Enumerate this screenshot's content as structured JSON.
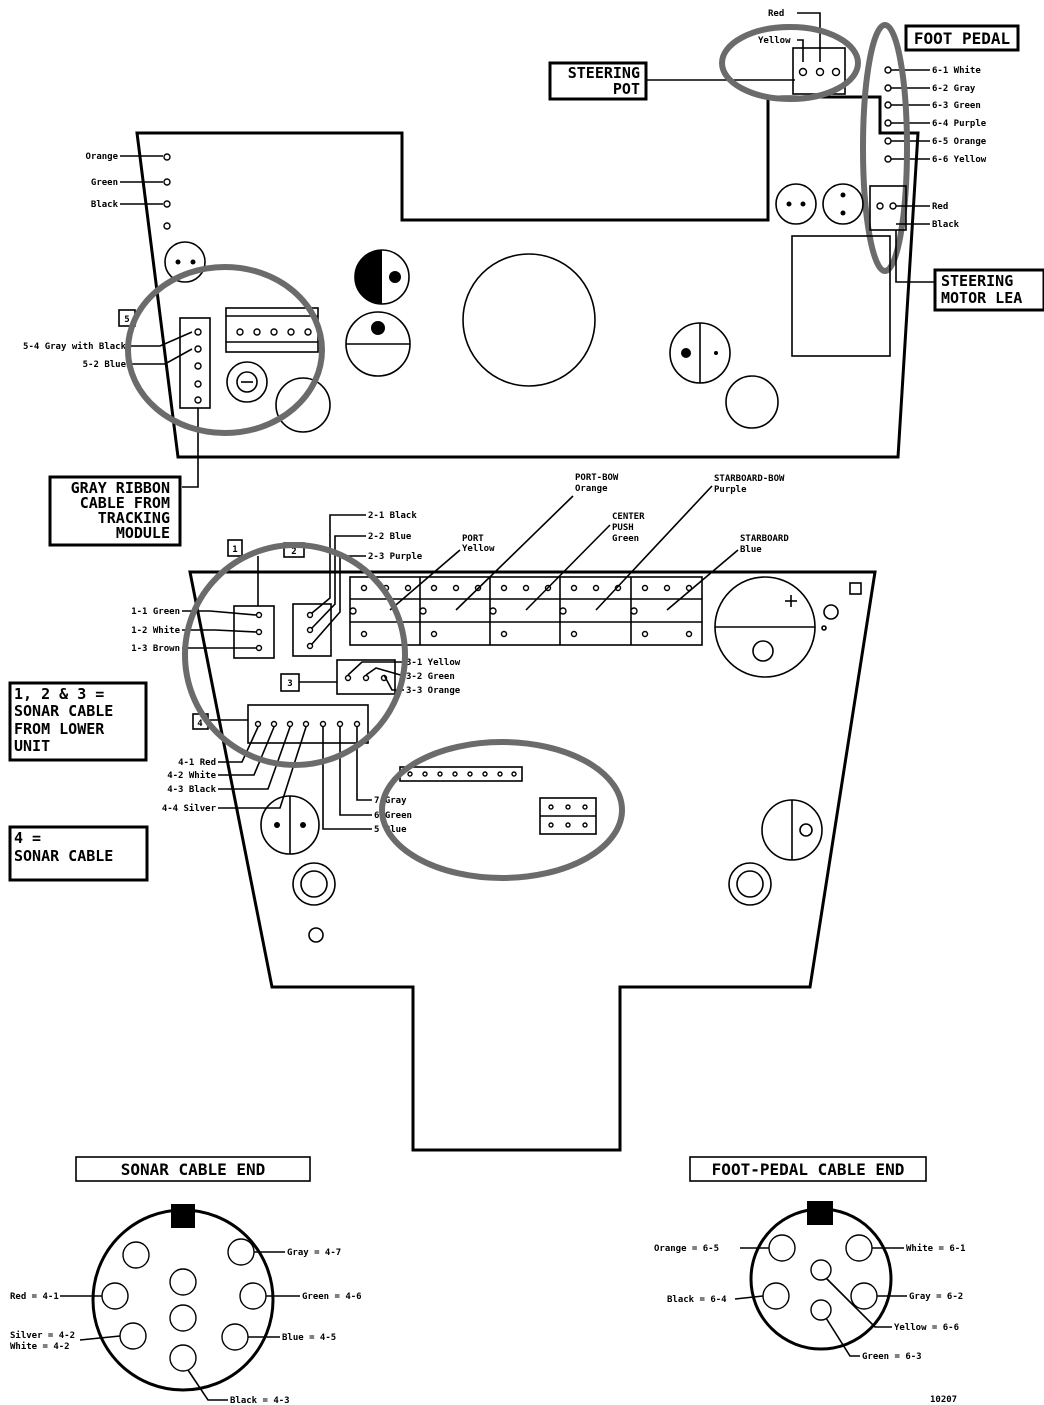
{
  "top_board": {
    "callouts": {
      "steering_pot": [
        "STEERING",
        "POT"
      ],
      "foot_pedal": "FOOT PEDAL",
      "steering_motor_lead": [
        "STEERING",
        "MOTOR LEA"
      ],
      "gray_ribbon": [
        "GRAY RIBBON",
        "CABLE FROM",
        "TRACKING",
        "MODULE"
      ]
    },
    "pot_wires": [
      "Red",
      "Yellow"
    ],
    "left_wires": [
      "Orange",
      "Green",
      "Black"
    ],
    "foot_pedal_wires": [
      "6-1 White",
      "6-2 Gray",
      "6-3 Green",
      "6-4 Purple",
      "6-5 Orange",
      "6-6 Yellow"
    ],
    "motor_wires": [
      "Red",
      "Black"
    ],
    "ribbon_wires": [
      "5-4 Gray with Black",
      "5-2 Blue"
    ],
    "marker": "5"
  },
  "bottom_board": {
    "markers": [
      "1",
      "2",
      "3",
      "4"
    ],
    "corner_marker": "",
    "connector_top_labels": [
      {
        "line1": "PORT-BOW",
        "line2": "Orange"
      },
      {
        "line1": "PORT",
        "line2": "Yellow"
      },
      {
        "line1": "CENTER",
        "line2": "PUSH",
        "line3": "Green"
      },
      {
        "line1": "STARBOARD-BOW",
        "line2": "Purple"
      },
      {
        "line1": "STARBOARD",
        "line2": "Blue"
      }
    ],
    "wires_2": [
      "2-1 Black",
      "2-2 Blue",
      "2-3 Purple"
    ],
    "wires_1": [
      "1-1 Green",
      "1-2 White",
      "1-3 Brown"
    ],
    "wires_3": [
      "3-1 Yellow",
      "3-2 Green",
      "3-3 Orange"
    ],
    "wires_4": [
      "4-1 Red",
      "4-2 White",
      "4-3 Black",
      "4-4 Silver"
    ],
    "wires_4b": [
      "7 Gray",
      "6 Green",
      "5 Blue"
    ]
  },
  "notes": {
    "sonar_lower": [
      "1, 2 & 3 =",
      "SONAR CABLE",
      "FROM LOWER",
      "UNIT"
    ],
    "sonar_cable": [
      "4 =",
      "SONAR CABLE"
    ]
  },
  "sonar_end": {
    "title": "SONAR CABLE END",
    "labels": [
      "Gray = 4-7",
      "Red = 4-1",
      "Green = 4-6",
      "Blue = 4-5",
      "Silver = 4-2",
      "White = 4-2",
      "Black = 4-3"
    ]
  },
  "foot_end": {
    "title": "FOOT-PEDAL CABLE END",
    "labels": [
      "Orange = 6-5",
      "White = 6-1",
      "Black = 6-4",
      "Gray = 6-2",
      "Yellow = 6-6",
      "Green = 6-3"
    ]
  },
  "figure_number": "10207"
}
